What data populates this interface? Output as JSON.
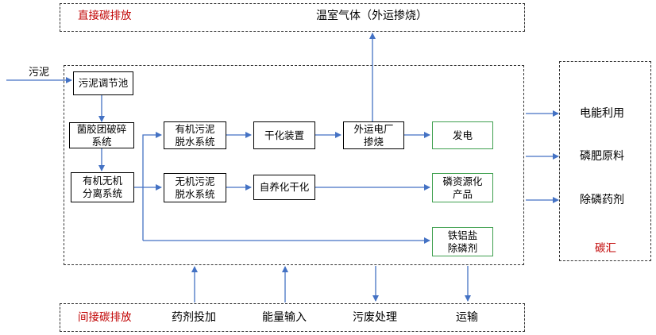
{
  "direct_emission": {
    "label": "直接碳排放",
    "gas": "温室气体（外运掺烧）"
  },
  "indirect_emission": {
    "label": "间接碳排放",
    "items": [
      "药剂投加",
      "能量输入",
      "污废处理",
      "运输"
    ]
  },
  "input_label": "污泥",
  "process": {
    "sludge_tank": "污泥调节池",
    "floc_break": "菌胶团破碎\n系统",
    "separation": "有机无机\n分离系统",
    "organic_dewater": "有机污泥\n脱水系统",
    "dry_device": "干化装置",
    "power_plant": "外运电厂\n掺烧",
    "power_gen": "发电",
    "inorganic_dewater": "无机污泥\n脱水系统",
    "auto_dry": "自养化干化",
    "phosphorus_product": "磷资源化\n产品",
    "iron_al_salt": "铁铝盐\n除磷剂"
  },
  "carbon_sink": {
    "items": [
      "电能利用",
      "磷肥原料",
      "除磷药剂"
    ],
    "label": "碳汇"
  },
  "colors": {
    "arrow": "#4472c4",
    "emission_label": "#c00000",
    "product_border": "#3fa04f"
  }
}
